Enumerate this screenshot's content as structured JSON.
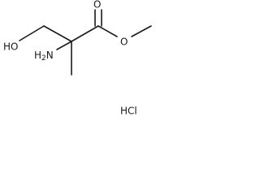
{
  "molecule": {
    "atoms": {
      "carbonyl_oxygen": "O",
      "ester_oxygen": "O",
      "hydroxyl": "HO",
      "amine_h": "H",
      "amine_sub": "2",
      "amine_n": "N",
      "salt": "HCl"
    },
    "colors": {
      "ink": "#1a1a1a",
      "background": "#ffffff"
    }
  }
}
